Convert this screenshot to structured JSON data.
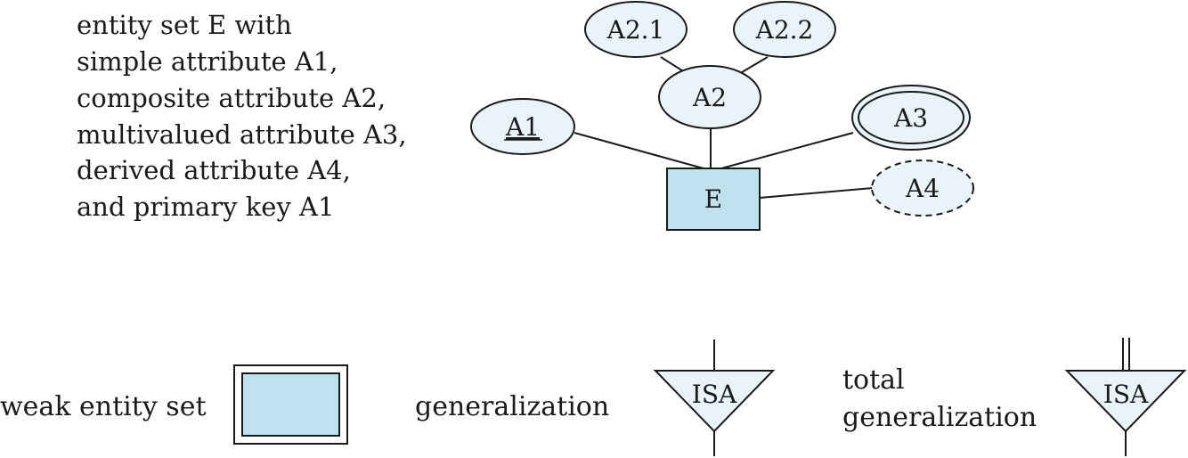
{
  "description": {
    "lines": [
      "entity set E with",
      "simple attribute A1,",
      "composite attribute A2,",
      "multivalued attribute A3,",
      "derived attribute A4,",
      "and primary key A1"
    ]
  },
  "entity": {
    "label": "E"
  },
  "attributes": {
    "a1": "A1",
    "a2": "A2",
    "a2_1": "A2.1",
    "a2_2": "A2.2",
    "a3": "A3",
    "a4": "A4"
  },
  "legend": {
    "weak_entity_label": "weak entity set",
    "generalization_label": "generalization",
    "total_generalization_line1": "total",
    "total_generalization_line2": "generalization",
    "isa_label": "ISA"
  },
  "colors": {
    "entity_fill": "#bfe3ee",
    "attribute_fill": "#e8f4f9",
    "stroke": "#1a1a1a"
  }
}
